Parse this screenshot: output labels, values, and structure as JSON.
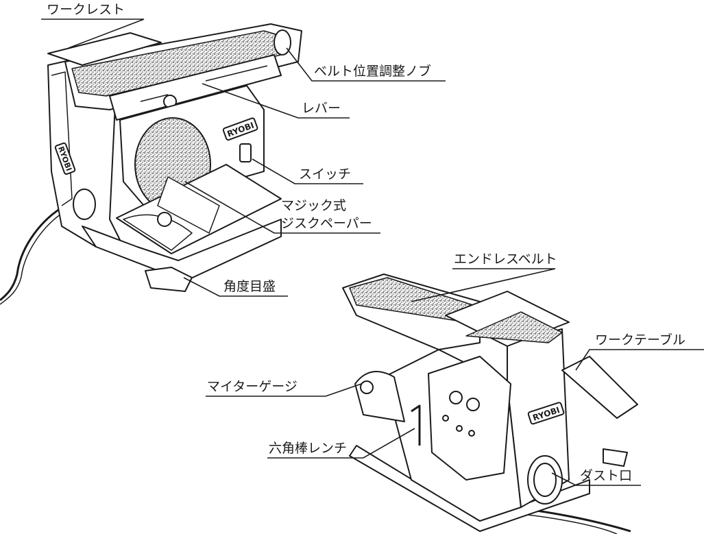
{
  "labels": {
    "work_rest": "ワークレスト",
    "belt_knob": "ベルト位置調整ノブ",
    "lever": "レバー",
    "switch": "スイッチ",
    "disc_paper_line1": "マジック式",
    "disc_paper_line2": "ジスクペーパー",
    "angle_scale": "角度目盛",
    "endless_belt": "エンドレスベルト",
    "work_table": "ワークテーブル",
    "miter_gauge": "マイターゲージ",
    "hex_wrench": "六角棒レンチ",
    "dust_port": "ダスト口"
  },
  "brand": "RYOBI"
}
